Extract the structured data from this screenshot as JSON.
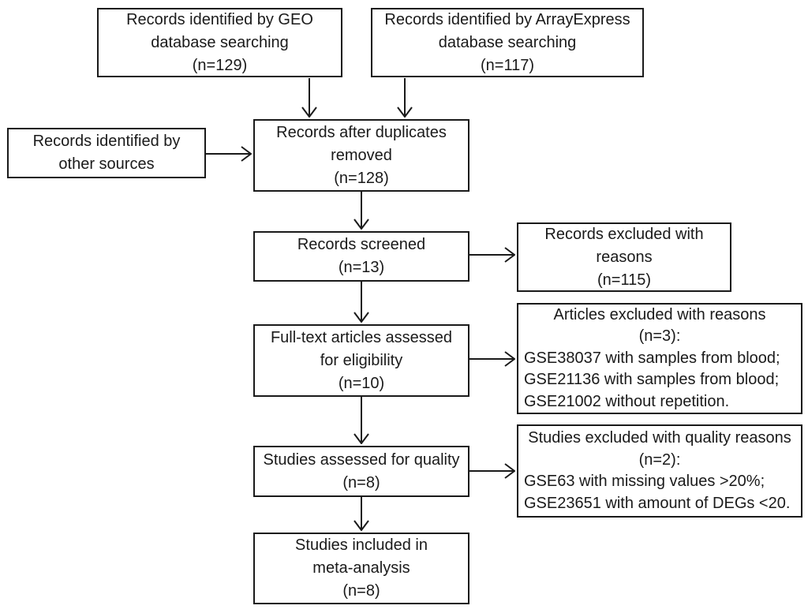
{
  "colors": {
    "line": "#1a1a1a",
    "text": "#1a1a1a",
    "background": "#ffffff"
  },
  "boxes": {
    "geo": {
      "lines": [
        "Records identified by GEO",
        "database searching",
        "(n=129)"
      ]
    },
    "arrayexpress": {
      "lines": [
        "Records identified by ArrayExpress",
        "database searching",
        "(n=117)"
      ]
    },
    "other_sources": {
      "lines": [
        "Records identified by",
        "other sources"
      ]
    },
    "duplicates_removed": {
      "lines": [
        "Records after duplicates",
        "removed",
        "(n=128)"
      ]
    },
    "records_screened": {
      "lines": [
        "Records screened",
        "(n=13)"
      ]
    },
    "records_excluded": {
      "lines": [
        "Records excluded with",
        "reasons",
        "(n=115)"
      ]
    },
    "fulltext_assessed": {
      "lines": [
        "Full-text articles assessed",
        "for eligibility",
        "(n=10)"
      ]
    },
    "articles_excluded": {
      "centered_lines": [
        "Articles excluded with reasons",
        "(n=3):"
      ],
      "reason_lines": [
        "GSE38037 with samples from blood;",
        "GSE21136 with samples from blood;",
        "GSE21002 without repetition."
      ]
    },
    "quality_assessed": {
      "lines": [
        "Studies assessed for quality",
        "(n=8)"
      ]
    },
    "studies_excluded": {
      "centered_lines": [
        "Studies excluded with quality reasons",
        "(n=2):"
      ],
      "reason_lines": [
        "GSE63 with missing values >20%;",
        "GSE23651 with amount of DEGs <20."
      ]
    },
    "included_meta_analysis": {
      "lines": [
        "Studies included in",
        "meta-analysis",
        "(n=8)"
      ]
    }
  }
}
